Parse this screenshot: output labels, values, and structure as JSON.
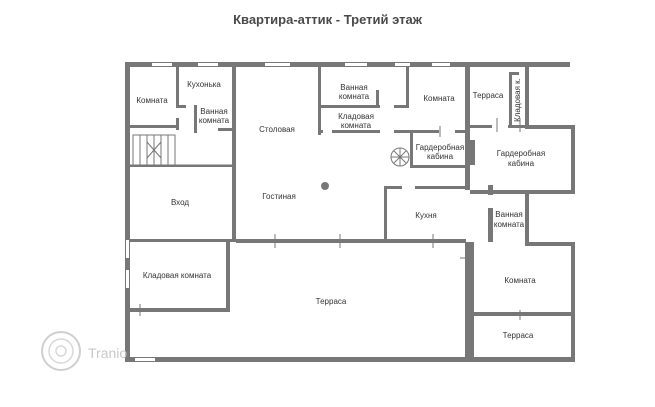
{
  "title": "Квартира-аттик  - Третий этаж",
  "rooms": {
    "komnata_1": "Комната",
    "kuhonka": "Кухонька",
    "vannaya_1_l1": "Ванная",
    "vannaya_1_l2": "комната",
    "stolovaya": "Столовая",
    "vannaya_2_l1": "Ванная",
    "vannaya_2_l2": "комната",
    "kladovaya_1_l1": "Кладовая",
    "kladovaya_1_l2": "комната",
    "komnata_2": "Комната",
    "terrasa_1": "Терраса",
    "kladovaya_k": "Кладовая к.",
    "garderob_1_l1": "Гардеробная",
    "garderob_1_l2": "кабина",
    "garderob_2_l1": "Гардеробная",
    "garderob_2_l2": "кабина",
    "vhod": "Вход",
    "gostinaya": "Гостиная",
    "kuhnya": "Кухня",
    "vannaya_3_l1": "Ванная",
    "vannaya_3_l2": "комната",
    "kladovaya_2": "Кладовая комната",
    "terrasa_2": "Терраса",
    "komnata_3": "Комната",
    "terrasa_3": "Терраса"
  },
  "watermark": "Tranio",
  "colors": {
    "wall": "#777777",
    "text": "#333333",
    "title": "#4a4a4a",
    "watermark": "#c8c8c8"
  }
}
